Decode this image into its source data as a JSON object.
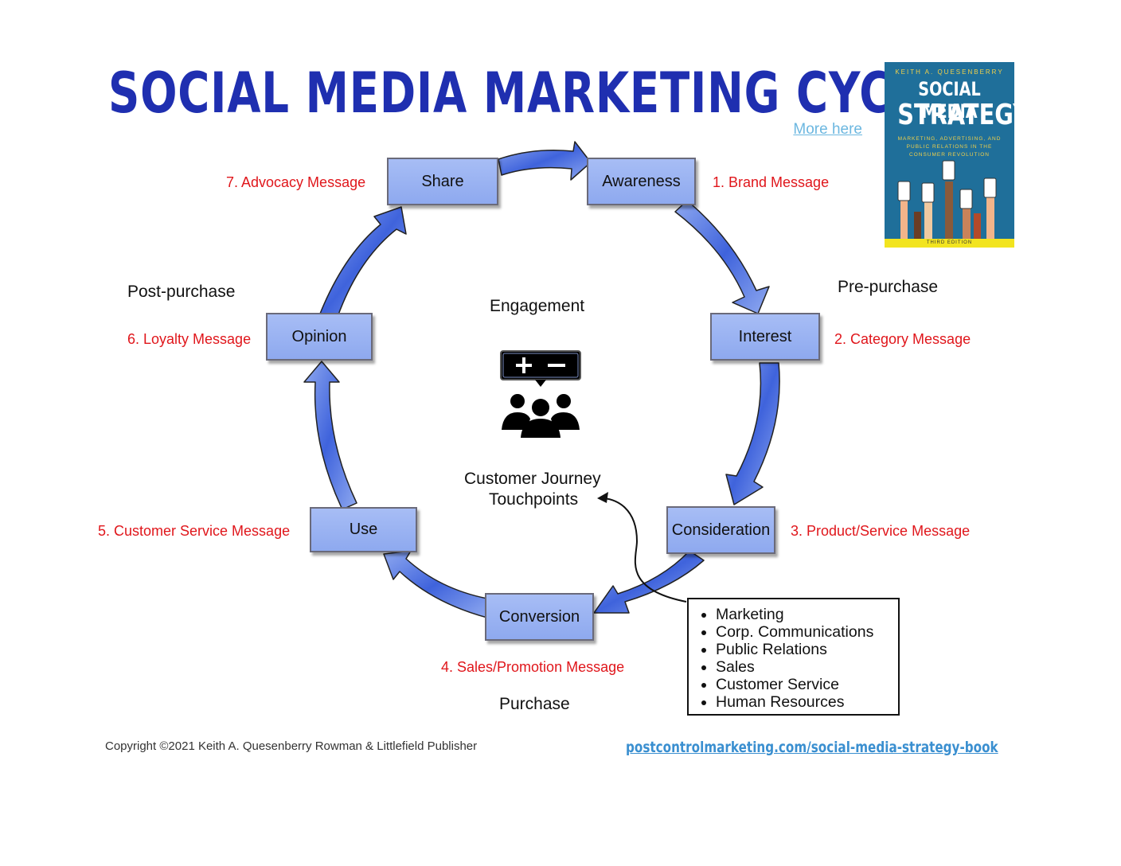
{
  "title": "SOCIAL MEDIA MARKETING CYCLE",
  "more_link": "More here",
  "book": {
    "author": "KEITH A. QUESENBERRY",
    "title_line1": "SOCIAL MEDIA",
    "title_line2": "STRATEGY",
    "subtitle": "MARKETING, ADVERTISING, AND PUBLIC RELATIONS IN THE CONSUMER REVOLUTION",
    "edition": "THIRD EDITION"
  },
  "center": {
    "engagement": "Engagement",
    "touchpoints_line1": "Customer Journey",
    "touchpoints_line2": "Touchpoints"
  },
  "phases": {
    "pre": "Pre-purchase",
    "post": "Post-purchase",
    "purchase": "Purchase"
  },
  "stages": [
    {
      "label": "Awareness",
      "message": "1. Brand Message"
    },
    {
      "label": "Interest",
      "message": "2. Category Message"
    },
    {
      "label": "Consideration",
      "message": "3. Product/Service Message"
    },
    {
      "label": "Conversion",
      "message": "4. Sales/Promotion Message"
    },
    {
      "label": "Use",
      "message": "5. Customer Service Message"
    },
    {
      "label": "Opinion",
      "message": "6. Loyalty Message"
    },
    {
      "label": "Share",
      "message": "7. Advocacy Message"
    }
  ],
  "touchpoints": [
    "Marketing",
    "Corp. Communications",
    "Public Relations",
    "Sales",
    "Customer Service",
    "Human Resources"
  ],
  "footer": {
    "copyright": "Copyright ©2021 Keith A. Quesenberry Rowman & Littlefield Publisher",
    "link": "postcontrolmarketing.com/social-media-strategy-book"
  },
  "colors": {
    "title": "#1f2fb0",
    "message": "#e0161b",
    "stage_fill": "#9bb4f2",
    "arrow_fill": "#4a6fe0",
    "link": "#3a8fd0"
  },
  "icons": {
    "engagement": "plus-minus-speech-group-icon"
  }
}
